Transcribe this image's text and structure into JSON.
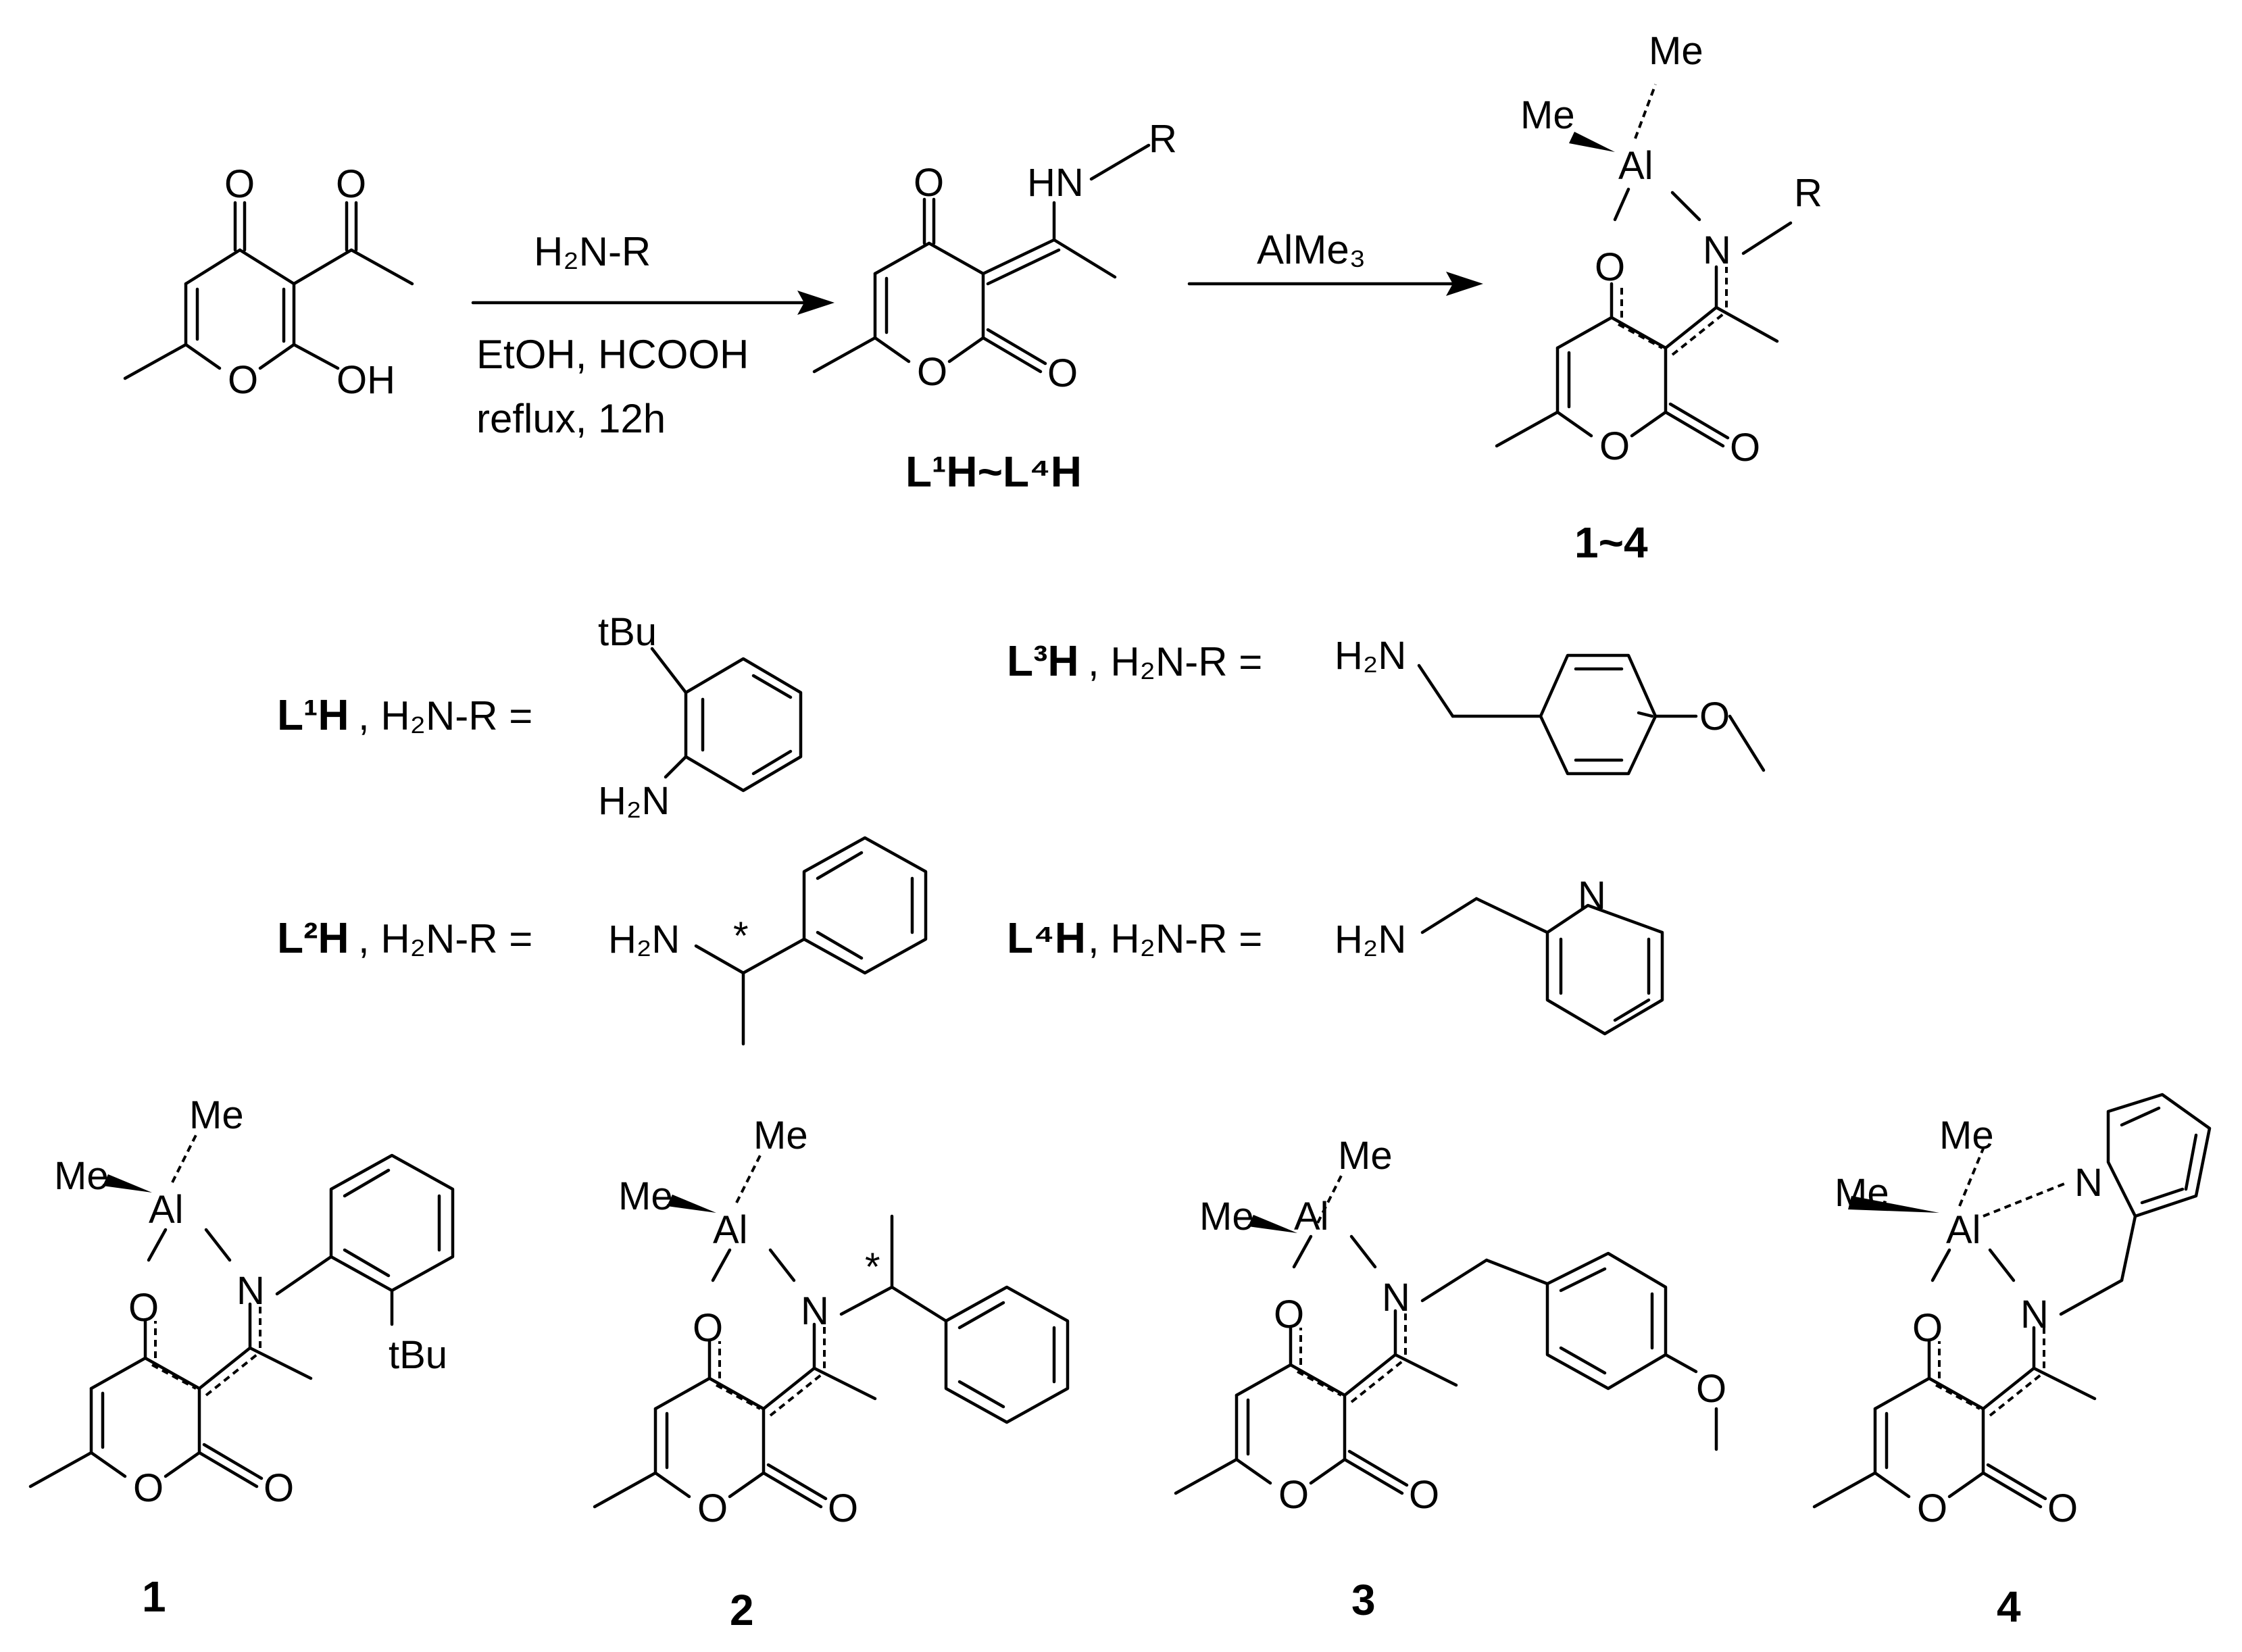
{
  "reagents": {
    "step1_reagent": "H₂N-R",
    "step1_solvent": "EtOH, HCOOH",
    "step1_conditions": "reflux, 12h",
    "step2_reagent": "AlMe₃"
  },
  "labels": {
    "ligands": "L¹H~L⁴H",
    "complexes": "1~4",
    "c1": "1",
    "c2": "2",
    "c3": "3",
    "c4": "4"
  },
  "definitions": {
    "l1": "L¹H",
    "l2": "L²H",
    "l3": "L³H",
    "l4": "L⁴H",
    "eq": ", H₂N-R ="
  },
  "atoms": {
    "O": "O",
    "OH": "OH",
    "HN": "HN",
    "N": "N",
    "R": "R",
    "Al": "Al",
    "Me": "Me",
    "tBu": "tBu",
    "H2N": "H₂N",
    "star": "*"
  }
}
